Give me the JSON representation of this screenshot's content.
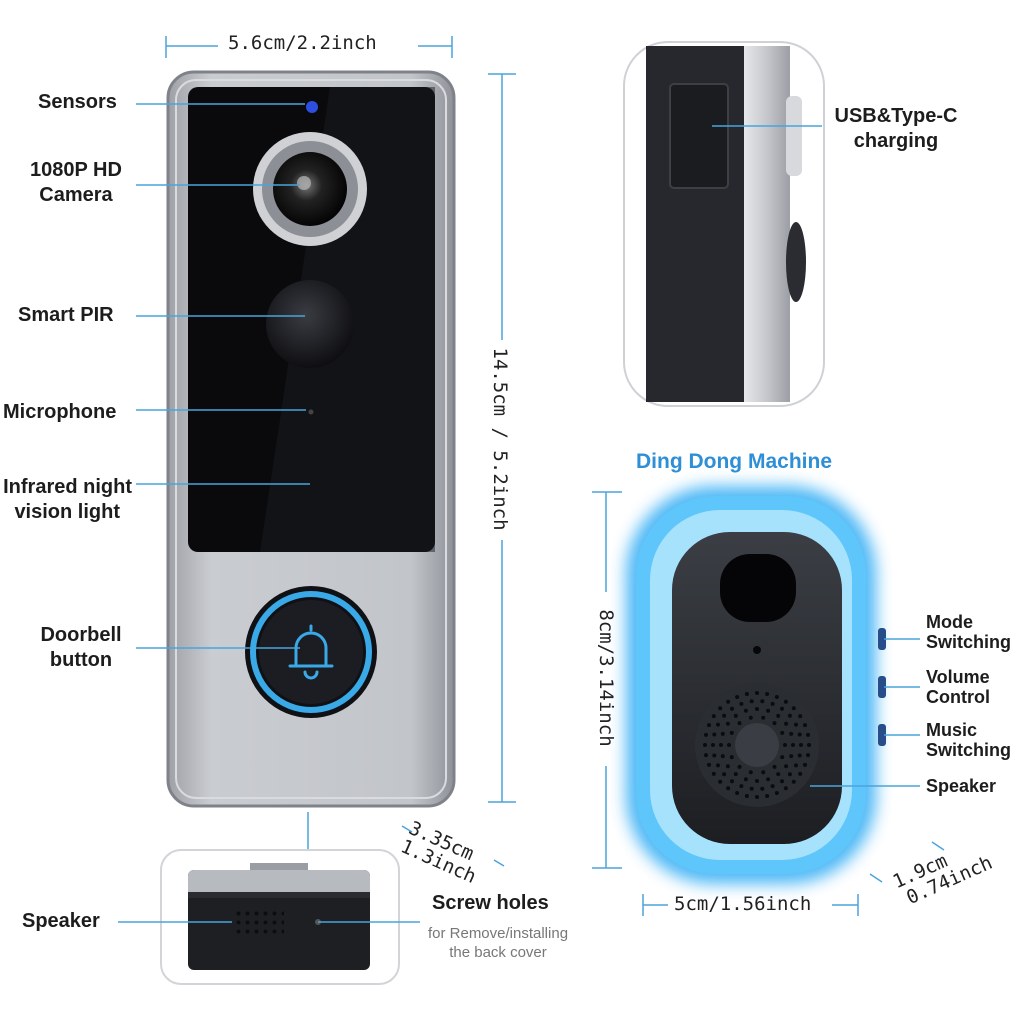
{
  "doorbell": {
    "labels": {
      "sensors": "Sensors",
      "camera_line1": "1080P HD",
      "camera_line2": "Camera",
      "pir": "Smart PIR",
      "microphone": "Microphone",
      "infrared_line1": "Infrared night",
      "infrared_line2": "vision light",
      "button_line1": "Doorbell",
      "button_line2": "button"
    },
    "dimensions": {
      "width": "5.6cm/2.2inch",
      "height": "14.5cm / 5.2inch",
      "depth_line1": "3.35cm",
      "depth_line2": "1.3inch"
    }
  },
  "side_view": {
    "charging_line1": "USB&Type-C",
    "charging_line2": "charging"
  },
  "bottom_view": {
    "speaker": "Speaker",
    "screw_holes": "Screw holes",
    "screw_note_line1": "for Remove/installing",
    "screw_note_line2": "the back cover"
  },
  "chime": {
    "title": "Ding Dong Machine",
    "labels": {
      "mode_line1": "Mode",
      "mode_line2": "Switching",
      "volume_line1": "Volume",
      "volume_line2": "Control",
      "music_line1": "Music",
      "music_line2": "Switching",
      "speaker": "Speaker"
    },
    "dimensions": {
      "height": "8cm/3.14inch",
      "width": "5cm/1.56inch",
      "depth_line1": "1.9cm",
      "depth_line2": "0.74inch"
    }
  },
  "colors": {
    "accent_blue": "#2f8fd6",
    "ring_blue": "#3aa9e8",
    "leader_line": "#4aa3dc",
    "body_silver": "#b9bcc2",
    "screen_black": "#0a0a0c"
  }
}
